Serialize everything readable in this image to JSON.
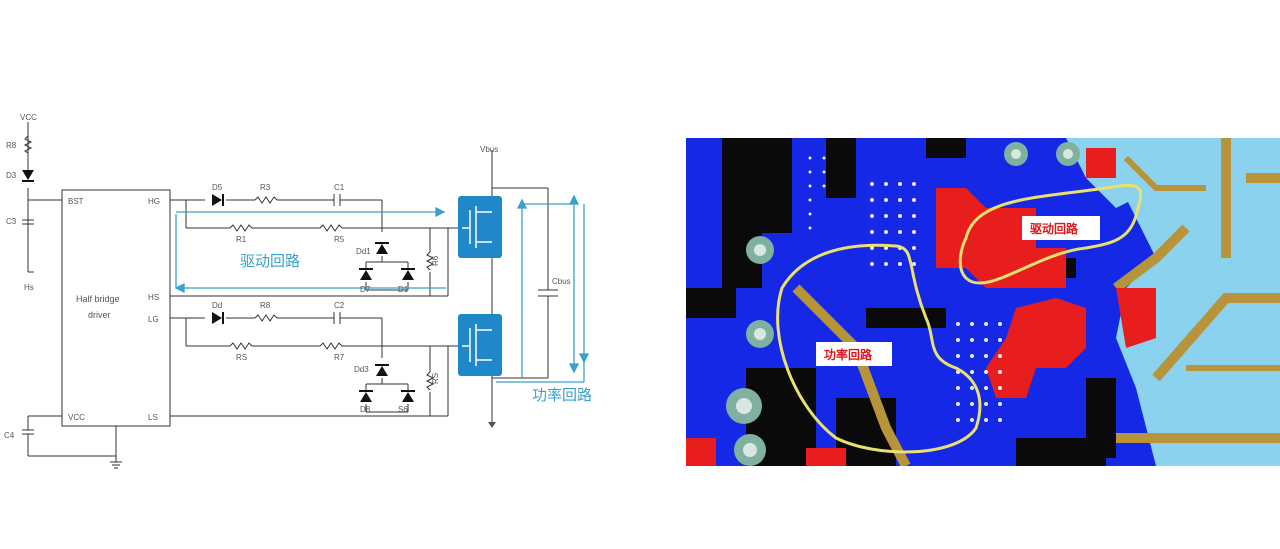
{
  "schematic": {
    "chip": {
      "title_line1": "Half bridge",
      "title_line2": "driver",
      "pins": {
        "boot": "BST",
        "hg": "HG",
        "hs": "HS",
        "lg": "LG",
        "vcc": "VCC",
        "ls": "LS"
      }
    },
    "components": {
      "vcc_top": "VCC",
      "r_top": "R8",
      "d_top": "D3",
      "c_boot": "C3",
      "c_boot_gnd": "Hs",
      "d_hs": "D5",
      "r3": "R3",
      "c1": "C1",
      "r1": "R1",
      "r5": "R5",
      "dd1": "Dd1",
      "d7": "D7",
      "d1": "D1",
      "r6_hs": "R6",
      "d_ls": "Dd",
      "r8_ls": "R8",
      "c2": "C2",
      "rs_ls": "RS",
      "r7": "R7",
      "dd3": "Dd3",
      "d8": "D8",
      "d6": "S6",
      "rs_right": "RS",
      "vbus": "Vbus",
      "cbus": "Cbus",
      "c4": "C4"
    },
    "loop_labels": {
      "drive": "驱动回路",
      "power": "功率回路"
    },
    "colors": {
      "line": "#333333",
      "highlight": "#3aa0cc",
      "mosfet": "#1e88c8"
    }
  },
  "pcb": {
    "loop_labels": {
      "drive": "驱动回路",
      "power": "功率回路"
    },
    "colors": {
      "board": "#1428e6",
      "copper_red": "#e81e1e",
      "light_blue": "#8ad2ee",
      "gold": "#b7943a",
      "black": "#0a0a0a",
      "loop": "#e8e070"
    }
  }
}
